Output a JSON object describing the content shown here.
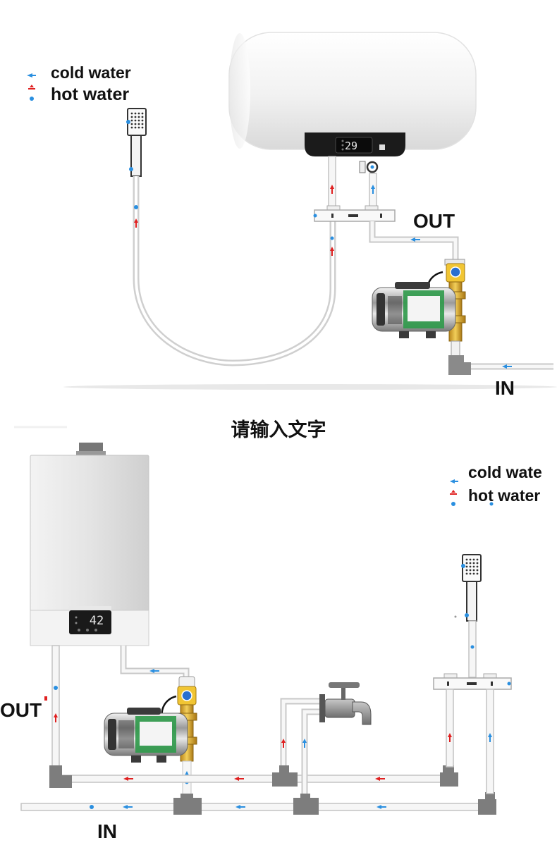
{
  "top_legend": {
    "cold": "cold water",
    "hot": "hot water"
  },
  "top_labels": {
    "out": "OUT",
    "in": "IN"
  },
  "caption": "请输入文字",
  "bottom_legend": {
    "cold": "cold wate",
    "hot": "hot water"
  },
  "bottom_labels": {
    "out": "OUT",
    "in": "IN"
  },
  "displays": {
    "tank": "29",
    "boiler": "42"
  },
  "colors": {
    "cold": "#2a8fe0",
    "hot": "#e02020",
    "pipe": "#c9c9c9",
    "fitting": "#7d7d7d",
    "brass": "#e0b030",
    "pump_green": "#2f9a4a"
  },
  "icons": [
    "shower-head-icon",
    "water-heater-tank-icon",
    "gas-boiler-icon",
    "booster-pump-icon",
    "faucet-icon",
    "mixer-valve-icon"
  ]
}
